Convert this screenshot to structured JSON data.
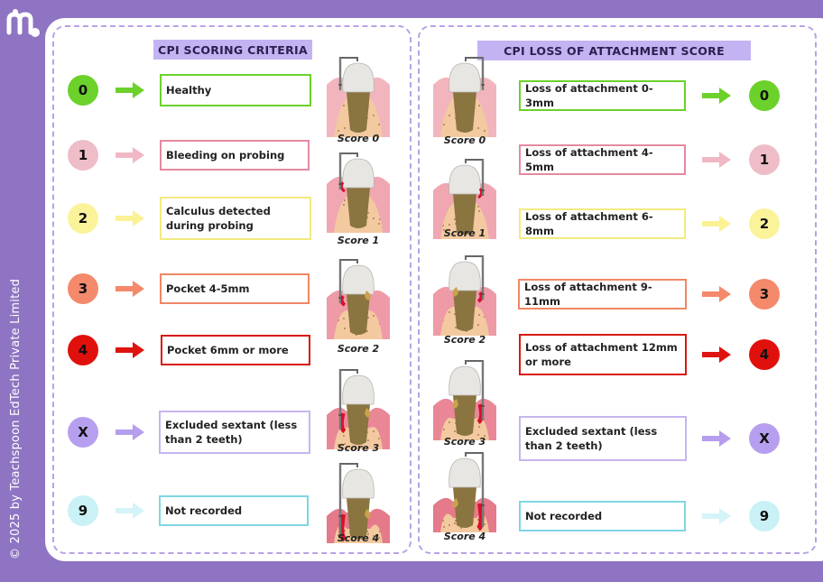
{
  "copyright": "© 2025 by Teachspoon EdTech Private Limited",
  "left": {
    "header": "CPI  SCORING CRITERIA",
    "rows": [
      {
        "code": "0",
        "color": "#6cd12a",
        "text": "Healthy"
      },
      {
        "code": "1",
        "color": "#eebdc7",
        "text": "Bleeding on probing"
      },
      {
        "code": "2",
        "color": "#fbf39a",
        "text": "Calculus detected during probing"
      },
      {
        "code": "3",
        "color": "#f4896c",
        "text": "Pocket 4-5mm"
      },
      {
        "code": "4",
        "color": "#e0110d",
        "text": "Pocket 6mm or more"
      },
      {
        "code": "X",
        "color": "#b79fef",
        "text": "Excluded sextant (less than 2 teeth)"
      },
      {
        "code": "9",
        "color": "#c9f1f6",
        "text": "Not recorded"
      }
    ],
    "scores": [
      "Score 0",
      "Score 1",
      "Score 2",
      "Score 3",
      "Score 4"
    ]
  },
  "right": {
    "header": "CPI  LOSS OF ATTACHMENT SCORE",
    "rows": [
      {
        "code": "0",
        "color": "#6cd12a",
        "text": "Loss of attachment 0-3mm"
      },
      {
        "code": "1",
        "color": "#eebdc7",
        "text": "Loss of attachment 4-5mm"
      },
      {
        "code": "2",
        "color": "#fbf39a",
        "text": "Loss of attachment 6-8mm"
      },
      {
        "code": "3",
        "color": "#f4896c",
        "text": "Loss of attachment 9-11mm"
      },
      {
        "code": "4",
        "color": "#e0110d",
        "text": "Loss of attachment 12mm or more"
      },
      {
        "code": "X",
        "color": "#b79fef",
        "text": "Excluded sextant (less than 2 teeth)"
      },
      {
        "code": "9",
        "color": "#c9f1f6",
        "text": "Not recorded"
      }
    ],
    "scores": [
      "Score 0",
      "Score 1",
      "Score 2",
      "Score 3",
      "Score 4"
    ]
  },
  "box_border_colors": [
    "#6cd12a",
    "#e48aa0",
    "#f3ea80",
    "#f08765",
    "#d8180f",
    "#c6b6ee",
    "#7fd6e4"
  ],
  "arrow_colors": [
    "#6cd12a",
    "#f0b8c4",
    "#faf294",
    "#f4896c",
    "#de1410",
    "#b69ded",
    "#d5f4f8"
  ]
}
